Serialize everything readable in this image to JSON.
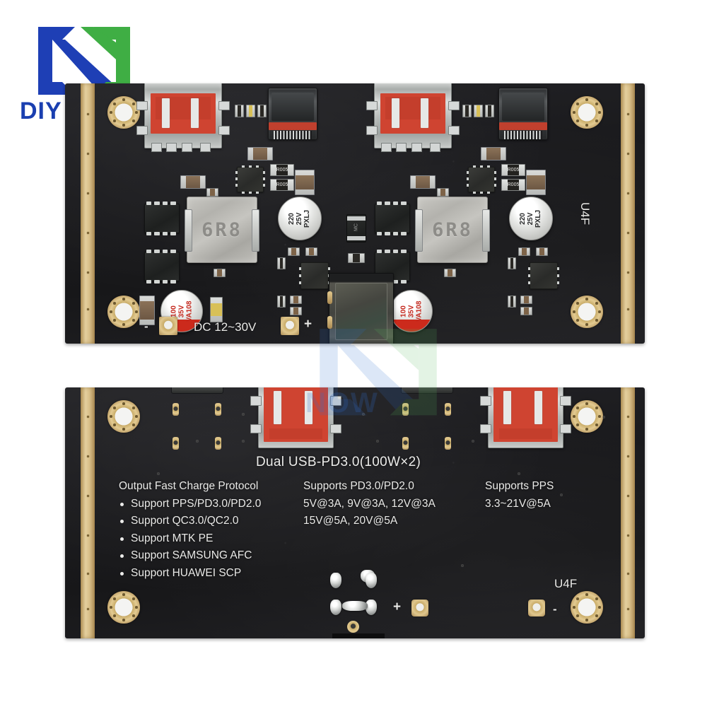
{
  "brand": {
    "logo_icon": "diy-now-n-logo",
    "logo_text": "DIY NOW",
    "logo_blue": "#1a3fb0",
    "logo_green": "#3fae44"
  },
  "watermark": {
    "text": "NOW",
    "icon": "diy-now-n-logo-watermark"
  },
  "product": {
    "title": "Dual USB-PD3.0(100W×2)"
  },
  "top_board": {
    "label_dc_input": "DC 12~30V",
    "label_minus": "-",
    "label_plus": "+",
    "label_revision": "U4F",
    "components": {
      "inductor_code": "6R8",
      "cap_220_line1": "220",
      "cap_220_line2": "25V",
      "cap_220_line3": "PXLJ",
      "cap_100_line1": "100",
      "cap_100_line2": "35V",
      "cap_100_line3": "VA108",
      "shunt_resistor_code": "R005",
      "diode_code": "MC"
    },
    "connectors": [
      {
        "name": "usb-a-port-1",
        "type": "USB-A"
      },
      {
        "name": "usb-c-port-1",
        "type": "USB-C"
      },
      {
        "name": "usb-a-port-2",
        "type": "USB-A"
      },
      {
        "name": "usb-c-port-2",
        "type": "USB-C"
      },
      {
        "name": "dc-barrel-jack",
        "type": "DC Jack"
      }
    ]
  },
  "bottom_board": {
    "label_revision": "U4F",
    "label_plus": "+",
    "label_minus": "-",
    "silkscreen": {
      "title": "Dual USB-PD3.0(100W×2)",
      "col1": {
        "heading": "Output Fast Charge Protocol",
        "items": [
          "Support PPS/PD3.0/PD2.0",
          "Support QC3.0/QC2.0",
          "Support MTK PE",
          "Support SAMSUNG AFC",
          "Support HUAWEI SCP"
        ]
      },
      "col2": {
        "heading": "Supports PD3.0/PD2.0",
        "line1": "5V@3A, 9V@3A, 12V@3A",
        "line2": "15V@5A, 20V@5A"
      },
      "col3": {
        "heading": "Supports PPS",
        "line1": "3.3~21V@5A"
      }
    }
  },
  "colors": {
    "pcb_black": "#1b1b1e",
    "gold_edge": "#d9c08a",
    "connector_red": "#cf4431",
    "silk_white": "#eaeae8",
    "background": "#ffffff"
  }
}
